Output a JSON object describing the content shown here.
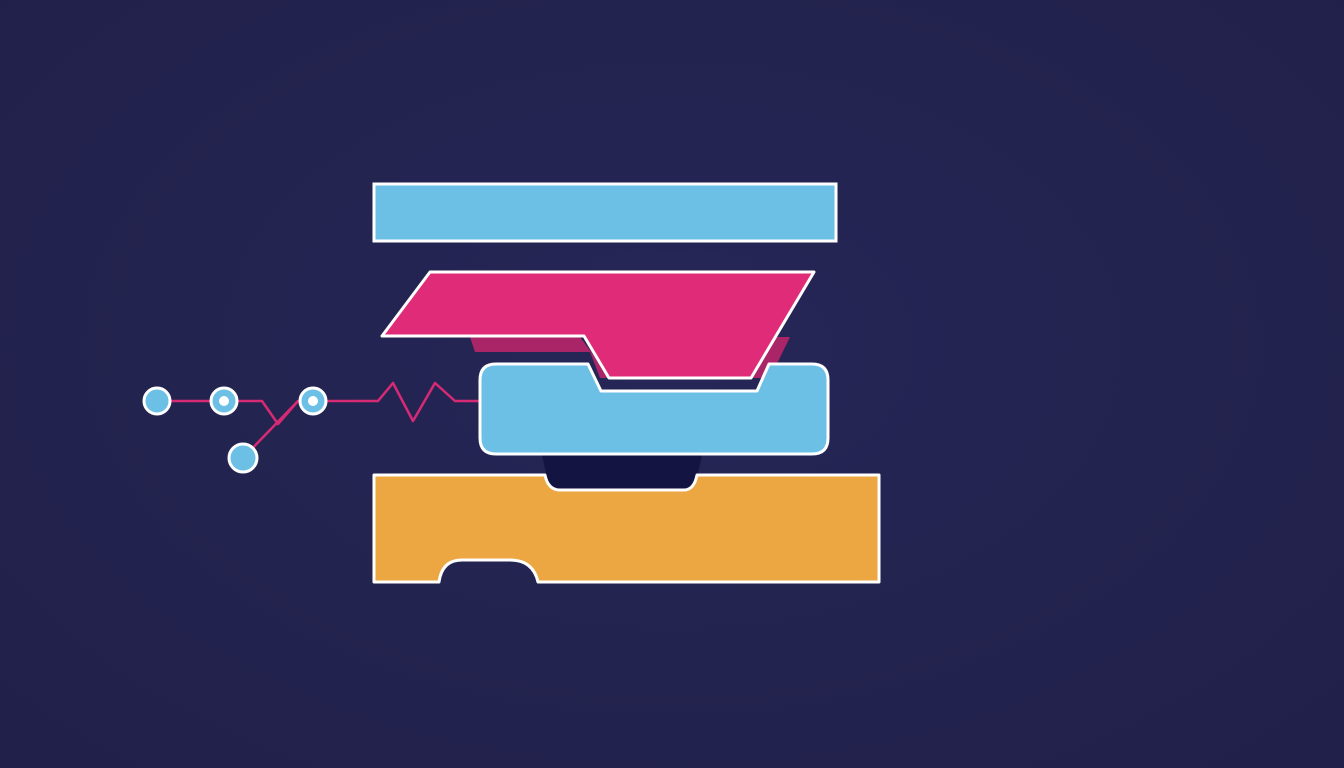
{
  "colors": {
    "background": "#23234f",
    "blue": "#6cc0e6",
    "pink": "#e02c78",
    "pink_shadow": "#b8266a",
    "orange": "#eca642",
    "outline": "#ffffff",
    "dark_tab": "#141443",
    "circuit_line": "#d62a74"
  },
  "elements": {
    "top_bar": "blue-bar",
    "angled_block": "pink-parallelogram",
    "rounded_block": "blue-rounded-block",
    "bottom_block": "orange-slotted-block",
    "circuit": "circuit-node-connector"
  }
}
